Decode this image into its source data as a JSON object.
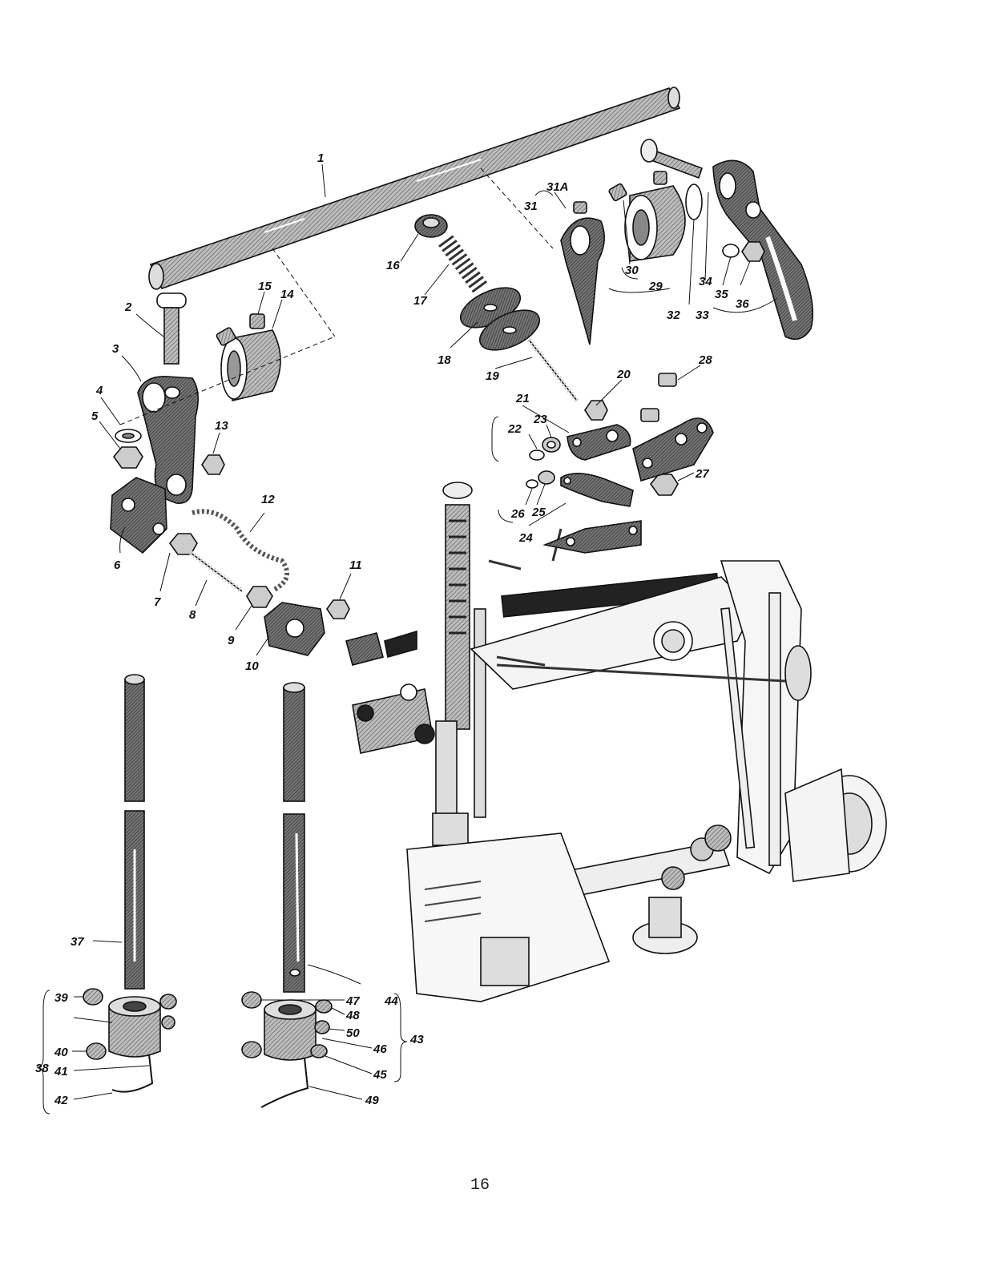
{
  "page": {
    "number": "16"
  },
  "labels": [
    "1",
    "2",
    "3",
    "4",
    "5",
    "6",
    "7",
    "8",
    "9",
    "10",
    "11",
    "12",
    "13",
    "14",
    "15",
    "16",
    "17",
    "18",
    "19",
    "20",
    "21",
    "22",
    "23",
    "24",
    "25",
    "26",
    "27",
    "28",
    "29",
    "30",
    "31",
    "31A",
    "32",
    "33",
    "34",
    "35",
    "36",
    "37",
    "38",
    "39",
    "40",
    "41",
    "42",
    "43",
    "44",
    "45",
    "46",
    "47",
    "48",
    "49",
    "50"
  ],
  "colors": {
    "ink": "#111111",
    "metal": "#7a7a7a",
    "metal_light": "#c8c8c8",
    "paper": "#ffffff"
  }
}
